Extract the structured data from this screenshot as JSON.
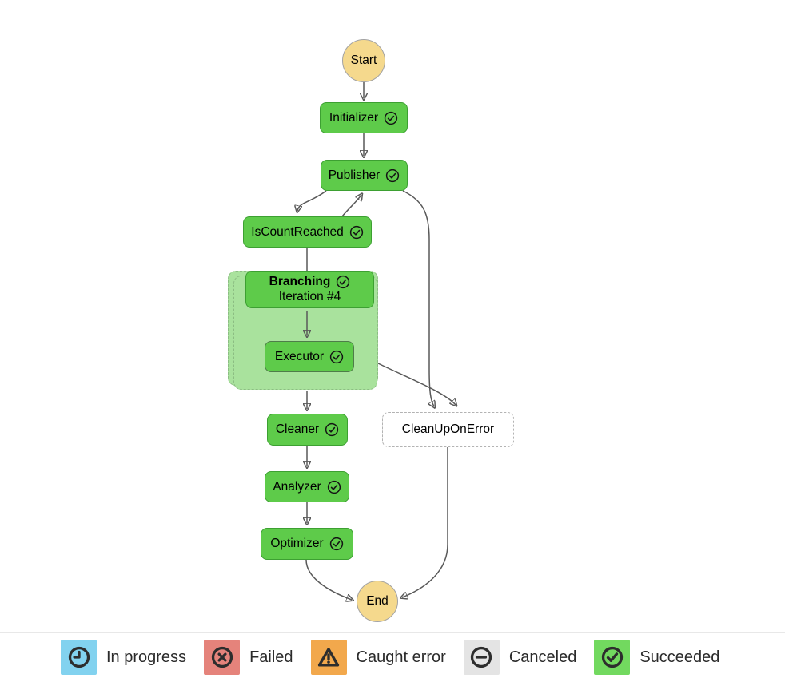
{
  "workflow": {
    "nodes": {
      "start": "Start",
      "initializer": "Initializer",
      "publisher": "Publisher",
      "is_count_reached": "IsCountReached",
      "branching": "Branching",
      "branching_iteration": "Iteration #4",
      "executor": "Executor",
      "cleaner": "Cleaner",
      "clean_up_on_error": "CleanUpOnError",
      "analyzer": "Analyzer",
      "optimizer": "Optimizer",
      "end": "End"
    },
    "edges": [
      {
        "from": "Start",
        "to": "Initializer"
      },
      {
        "from": "Initializer",
        "to": "Publisher"
      },
      {
        "from": "Publisher",
        "to": "IsCountReached"
      },
      {
        "from": "IsCountReached",
        "to": "Publisher"
      },
      {
        "from": "IsCountReached",
        "to": "Branching"
      },
      {
        "from": "Branching",
        "to": "Executor"
      },
      {
        "from": "Executor",
        "to": "Cleaner"
      },
      {
        "from": "Executor",
        "to": "CleanUpOnError"
      },
      {
        "from": "Publisher",
        "to": "CleanUpOnError"
      },
      {
        "from": "Cleaner",
        "to": "Analyzer"
      },
      {
        "from": "Analyzer",
        "to": "Optimizer"
      },
      {
        "from": "Optimizer",
        "to": "End"
      },
      {
        "from": "CleanUpOnError",
        "to": "End"
      }
    ],
    "colors": {
      "succeeded_fill": "#5ecb4a",
      "succeeded_border": "#3da032",
      "iteration_fill": "#a9e29d",
      "iteration_border": "#8cbd83",
      "terminal_fill": "#f5d98d",
      "terminal_border": "#a3a3a3",
      "not_executed_border": "#b3b3b3",
      "edge": "#595959"
    }
  },
  "legend": {
    "items": [
      {
        "id": "in-progress",
        "label": "In progress",
        "color": "#82d2ef"
      },
      {
        "id": "failed",
        "label": "Failed",
        "color": "#e5837b"
      },
      {
        "id": "caught-error",
        "label": "Caught error",
        "color": "#f2a84c"
      },
      {
        "id": "canceled",
        "label": "Canceled",
        "color": "#e4e4e4"
      },
      {
        "id": "succeeded",
        "label": "Succeeded",
        "color": "#72d95f"
      }
    ]
  }
}
